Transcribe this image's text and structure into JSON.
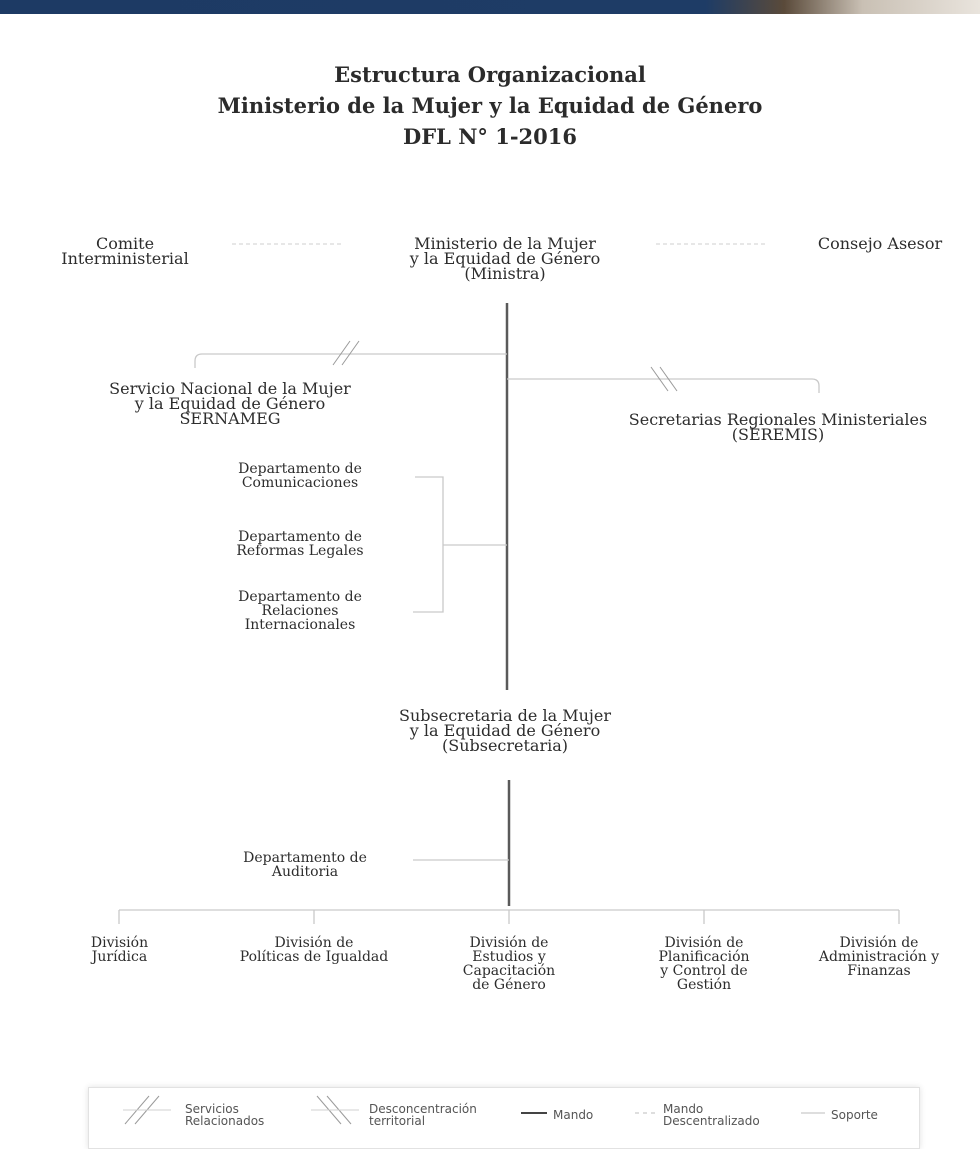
{
  "title": {
    "line1": "Estructura Organizacional",
    "line2": "Ministerio de la Mujer y la Equidad de Género",
    "line3": "DFL N° 1-2016"
  },
  "nodes": {
    "ministerio": [
      "Ministerio de la Mujer",
      "y la Equidad de Género",
      "(Ministra)"
    ],
    "comite": [
      "Comite",
      "Interministerial"
    ],
    "consejo": [
      "Consejo Asesor"
    ],
    "sernameg": [
      "Servicio Nacional de la Mujer",
      "y la Equidad de Género",
      "SERNAMEG"
    ],
    "seremis": [
      "Secretarias Regionales Ministeriales",
      "(SEREMIS)"
    ],
    "subsecretaria": [
      "Subsecretaria de la Mujer",
      "y la Equidad de Género",
      "(Subsecretaria)"
    ]
  },
  "departamentos": [
    [
      "Departamento de",
      "Comunicaciones"
    ],
    [
      "Departamento de",
      "Reformas Legales"
    ],
    [
      "Departamento de",
      "Relaciones",
      "Internacionales"
    ]
  ],
  "auditoria": [
    "Departamento de",
    "Auditoria"
  ],
  "divisiones": [
    [
      "División",
      "Jurídica"
    ],
    [
      "División de",
      "Políticas de Igualdad"
    ],
    [
      "División de",
      "Estudios y",
      "Capacitación",
      "de Género"
    ],
    [
      "División de",
      "Planificación",
      "y Control de",
      "Gestión"
    ],
    [
      "División de",
      "Administración y",
      "Finanzas"
    ]
  ],
  "legend": {
    "servicios": [
      "Servicios",
      "Relacionados"
    ],
    "desconcentracion": [
      "Desconcentración",
      "territorial"
    ],
    "mando": "Mando",
    "mando_descentralizado": [
      "Mando",
      "Descentralizado"
    ],
    "soporte": "Soporte"
  },
  "colors": {
    "mando_line": "#555555",
    "support_line": "#c9c9c9",
    "header_bar": "#1e3c66"
  }
}
